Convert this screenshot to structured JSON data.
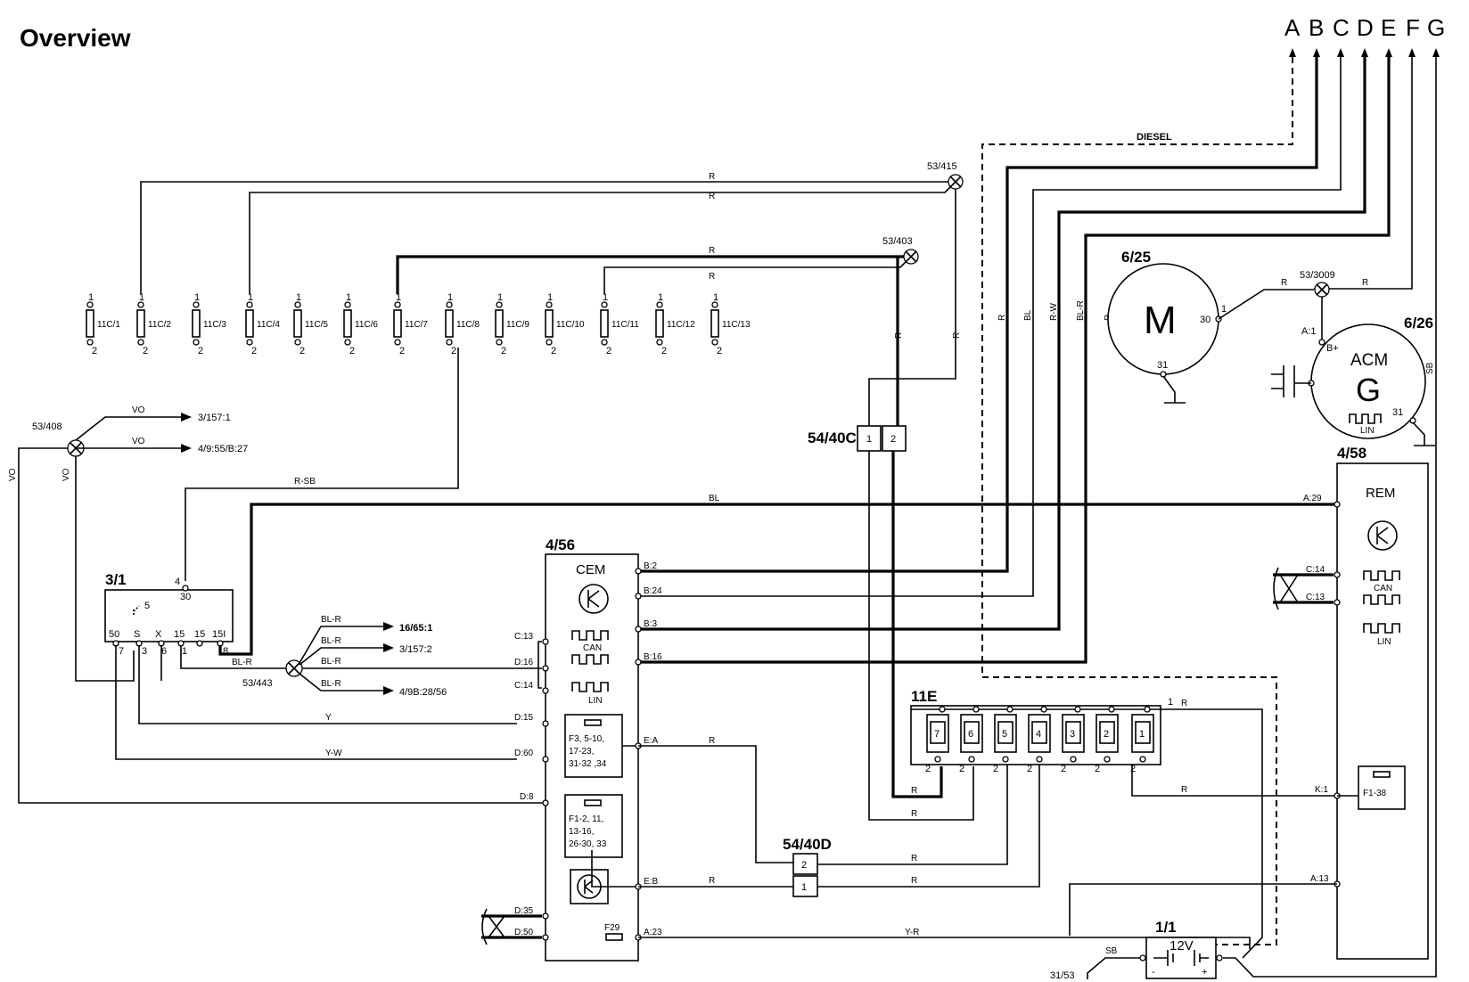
{
  "title": "Overview",
  "columns": [
    "A",
    "B",
    "C",
    "D",
    "E",
    "F",
    "G"
  ],
  "diesel_label": "DIESEL",
  "wire_colors": {
    "r": "R",
    "bl": "BL",
    "rw": "R-W",
    "blr": "BL-R",
    "vo": "VO",
    "rsb": "R-SB",
    "y": "Y",
    "yw": "Y-W",
    "yr": "Y-R",
    "sb": "SB"
  },
  "splices": {
    "s415": "53/415",
    "s403": "53/403",
    "s408": "53/408",
    "s443": "53/443",
    "s3009": "53/3009"
  },
  "fuses": [
    {
      "label": "11C/1",
      "top": "1",
      "bottom": "2"
    },
    {
      "label": "11C/2",
      "top": "1",
      "bottom": "2"
    },
    {
      "label": "11C/3",
      "top": "1",
      "bottom": "2"
    },
    {
      "label": "11C/4",
      "top": "1",
      "bottom": "2"
    },
    {
      "label": "11C/5",
      "top": "1",
      "bottom": "2"
    },
    {
      "label": "11C/6",
      "top": "1",
      "bottom": "2"
    },
    {
      "label": "11C/7",
      "top": "1",
      "bottom": "2"
    },
    {
      "label": "11C/8",
      "top": "1",
      "bottom": "2"
    },
    {
      "label": "11C/9",
      "top": "1",
      "bottom": "2"
    },
    {
      "label": "11C/10",
      "top": "1",
      "bottom": "2"
    },
    {
      "label": "11C/11",
      "top": "1",
      "bottom": "2"
    },
    {
      "label": "11C/12",
      "top": "1",
      "bottom": "2"
    },
    {
      "label": "11C/13",
      "top": "1",
      "bottom": "2"
    }
  ],
  "starter": {
    "id": "6/25",
    "symbol": "M",
    "pin_a": "30",
    "pin_b": "1",
    "pin_gnd": "31"
  },
  "generator": {
    "id": "6/26",
    "name": "ACM",
    "symbol": "G",
    "pin_a1": "A:1",
    "pin_b": "B+",
    "pin_gnd": "31",
    "lin": "LIN"
  },
  "connector_40c": {
    "id": "54/40C",
    "pins": [
      "1",
      "2"
    ]
  },
  "connector_40d": {
    "id": "54/40D",
    "pins": [
      "2",
      "1"
    ]
  },
  "ignition": {
    "id": "3/1",
    "pin_30_num": "4",
    "pin_30": "30",
    "pin_5": "5",
    "pins": [
      "50",
      "S",
      "X",
      "15",
      "15",
      "15I"
    ],
    "pin_nums": [
      "7",
      "3",
      "6",
      "1",
      "8"
    ]
  },
  "arrows": {
    "a1": "3/157:1",
    "a2": "4/9:55/B:27",
    "a3": "16/65:1",
    "a4": "3/157:2",
    "a5": "4/9B:28/56"
  },
  "cem": {
    "id": "4/56",
    "name": "CEM",
    "can": "CAN",
    "lin": "LIN",
    "left_pins": [
      "C:13",
      "D:16",
      "C:14",
      "D:15",
      "D:60",
      "D:8",
      "D:35",
      "D:50"
    ],
    "right_pins": [
      "B:2",
      "B:24",
      "B:3",
      "B:16",
      "E:A",
      "E:B",
      "A:23"
    ],
    "fuse1": "F3, 5-10,\n17-23,\n31-32 ,34",
    "fuse2": "F1-2, 11,\n13-16,\n26-30, 33",
    "f29": "F29"
  },
  "rem": {
    "id": "4/58",
    "name": "REM",
    "can": "CAN",
    "lin": "LIN",
    "pins": [
      "A:29",
      "C:14",
      "C:13",
      "K:1",
      "A:13"
    ],
    "fuse": "F1-38"
  },
  "relay_box": {
    "id": "11E",
    "relays": [
      "7",
      "6",
      "5",
      "4",
      "3",
      "2",
      "1"
    ],
    "pin_top": "1",
    "pin_bottom": "2"
  },
  "battery": {
    "id": "1/1",
    "voltage": "12V",
    "minus": "-",
    "plus": "+"
  },
  "ground": {
    "id": "31/53"
  }
}
